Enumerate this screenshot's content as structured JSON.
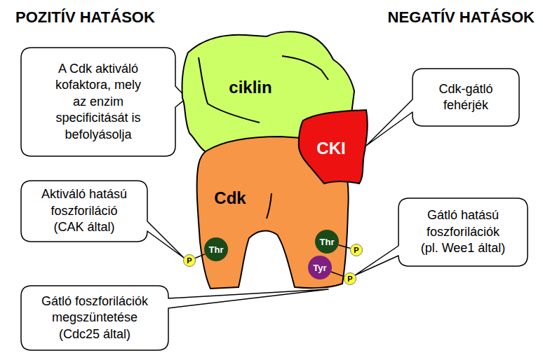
{
  "diagram": {
    "nodes": [
      {
        "text": [
          "A Cdk aktiváló kofaktora, mely az enzim specificitását is befolyásolja"
        ]
      },
      {
        "text": [
          "ciklin"
        ]
      },
      {
        "text": [
          "Cdk-gátló fehérjék"
        ]
      },
      {
        "text": [
          "CKI"
        ]
      },
      {
        "text": [
          "Cdk"
        ]
      },
      {
        "text": [
          "Aktiváló hatású foszforiláció (CAK által)"
        ]
      },
      {
        "text": [
          "Thr"
        ],
        "in": 4
      },
      {
        "text": [
          "P"
        ]
      },
      {
        "text": [
          "Thr"
        ],
        "in": 4
      },
      {
        "text": [
          "P"
        ]
      },
      {
        "text": [
          "Tyr"
        ],
        "in": 4
      },
      {
        "text": [
          "P"
        ]
      },
      {
        "text": [
          "Gátló hatású foszforilációk (pl. Wee1 által)"
        ]
      },
      {
        "text": [
          "Gátló foszforilációk megszüntetése (Cdc25 által)"
        ]
      }
    ],
    "edges": [
      {
        "from": 6,
        "to": 7,
        "arrow": "none"
      },
      {
        "from": 8,
        "to": 9,
        "arrow": "none"
      },
      {
        "from": 10,
        "to": 11,
        "arrow": "none"
      }
    ],
    "labels": [
      "POZITÍV HATÁSOK",
      "NEGATÍV HATÁSOK"
    ]
  }
}
